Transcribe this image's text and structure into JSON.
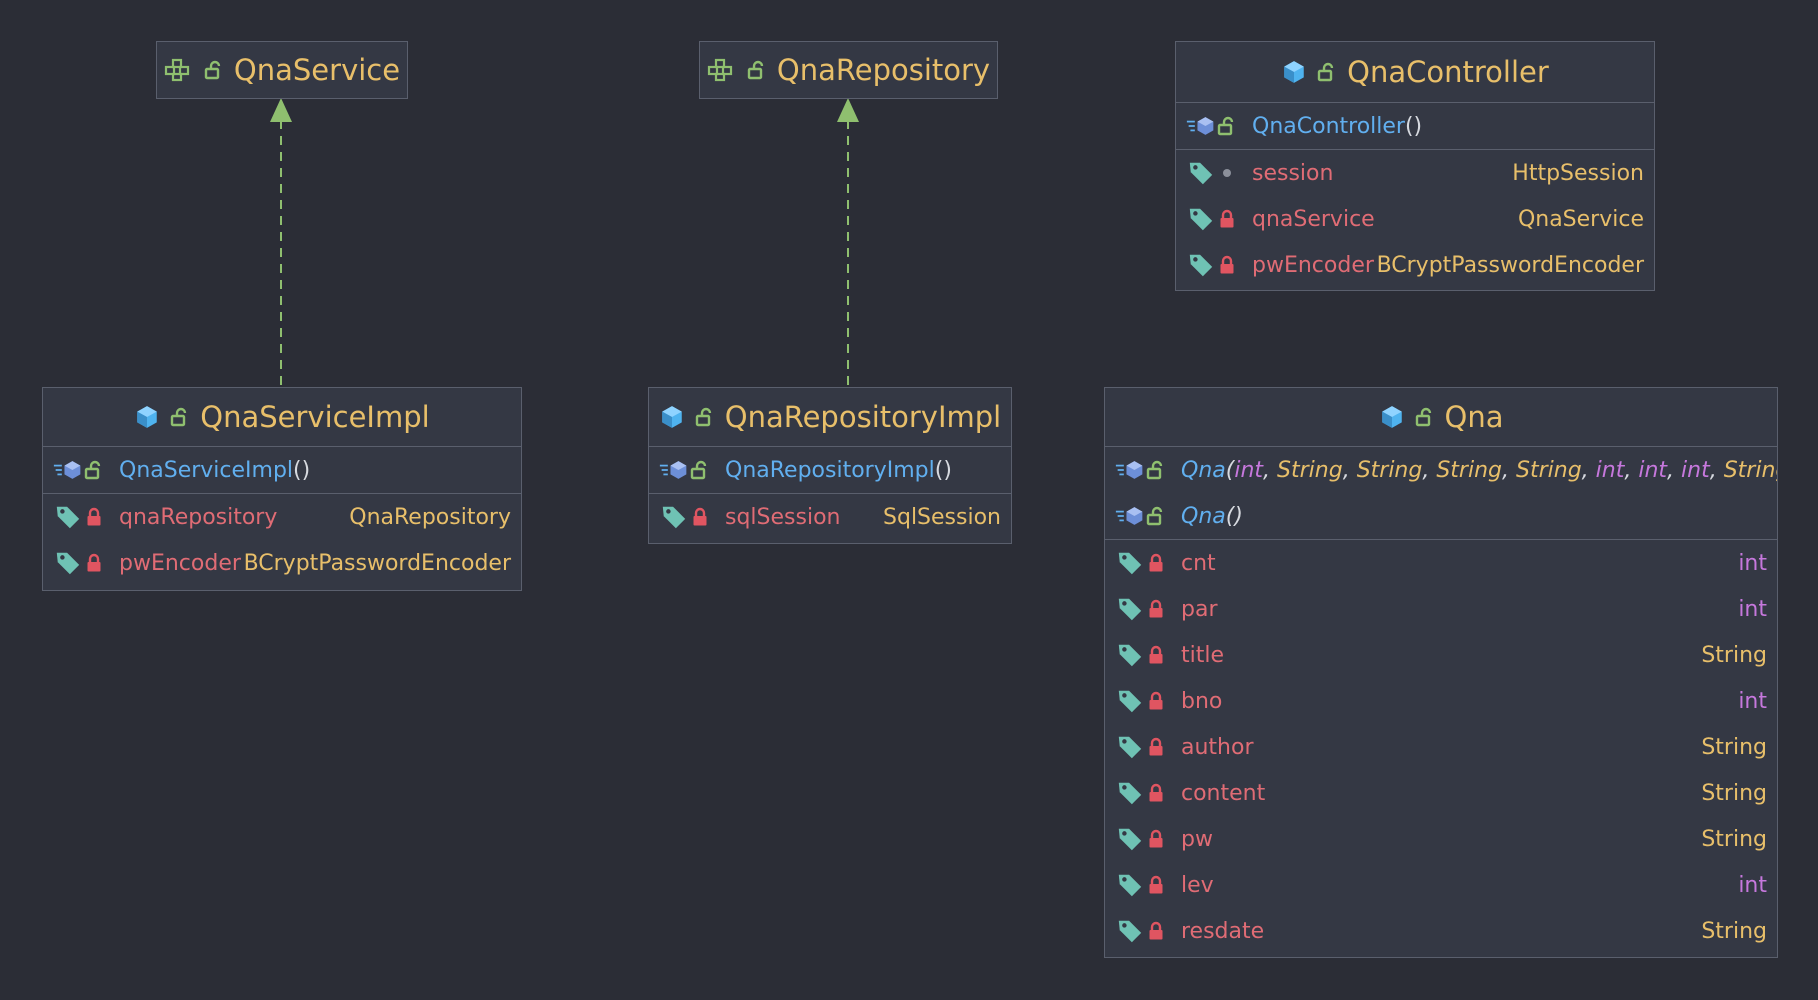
{
  "interfaces": [
    {
      "name": "QnaService"
    },
    {
      "name": "QnaRepository"
    }
  ],
  "controller": {
    "name": "QnaController",
    "constructor": "QnaController",
    "paren": "()",
    "fields": [
      {
        "name": "session",
        "type": "HttpSession",
        "visibility": "package"
      },
      {
        "name": "qnaService",
        "type": "QnaService",
        "visibility": "private"
      },
      {
        "name": "pwEncoder",
        "type": "BCryptPasswordEncoder",
        "visibility": "private"
      }
    ]
  },
  "service_impl": {
    "name": "QnaServiceImpl",
    "constructor": "QnaServiceImpl",
    "paren": "()",
    "fields": [
      {
        "name": "qnaRepository",
        "type": "QnaRepository"
      },
      {
        "name": "pwEncoder",
        "type": "BCryptPasswordEncoder"
      }
    ]
  },
  "repository_impl": {
    "name": "QnaRepositoryImpl",
    "constructor": "QnaRepositoryImpl",
    "paren": "()",
    "fields": [
      {
        "name": "sqlSession",
        "type": "SqlSession"
      }
    ]
  },
  "qna": {
    "name": "Qna",
    "constructor_full_name": "Qna",
    "constructor_full_params": [
      {
        "t": "(",
        "kind": "punct"
      },
      {
        "t": "int",
        "kind": "prim"
      },
      {
        "t": ", ",
        "kind": "punct"
      },
      {
        "t": "String",
        "kind": "ref"
      },
      {
        "t": ", ",
        "kind": "punct"
      },
      {
        "t": "String",
        "kind": "ref"
      },
      {
        "t": ", ",
        "kind": "punct"
      },
      {
        "t": "String",
        "kind": "ref"
      },
      {
        "t": ", ",
        "kind": "punct"
      },
      {
        "t": "String",
        "kind": "ref"
      },
      {
        "t": ", ",
        "kind": "punct"
      },
      {
        "t": "int",
        "kind": "prim"
      },
      {
        "t": ", ",
        "kind": "punct"
      },
      {
        "t": "int",
        "kind": "prim"
      },
      {
        "t": ", ",
        "kind": "punct"
      },
      {
        "t": "int",
        "kind": "prim"
      },
      {
        "t": ", ",
        "kind": "punct"
      },
      {
        "t": "String",
        "kind": "ref"
      }
    ],
    "constructor_empty_name": "Qna",
    "constructor_empty_paren": "()",
    "fields": [
      {
        "name": "cnt",
        "type": "int",
        "prim": true
      },
      {
        "name": "par",
        "type": "int",
        "prim": true
      },
      {
        "name": "title",
        "type": "String",
        "prim": false
      },
      {
        "name": "bno",
        "type": "int",
        "prim": true
      },
      {
        "name": "author",
        "type": "String",
        "prim": false
      },
      {
        "name": "content",
        "type": "String",
        "prim": false
      },
      {
        "name": "pw",
        "type": "String",
        "prim": false
      },
      {
        "name": "lev",
        "type": "int",
        "prim": true
      },
      {
        "name": "resdate",
        "type": "String",
        "prim": false
      }
    ]
  },
  "colors": {
    "background": "#2b2d36",
    "class_name": "#e8bf6a",
    "field_name": "#e06c75",
    "method_name": "#61afef",
    "primitive_type": "#c678dd",
    "arrow": "#8fbf6f",
    "lock_private": "#e05561",
    "lock_public": "#8fbf6f",
    "class_icon": "#4fb3ef",
    "tag_icon": "#6fc2b4"
  }
}
